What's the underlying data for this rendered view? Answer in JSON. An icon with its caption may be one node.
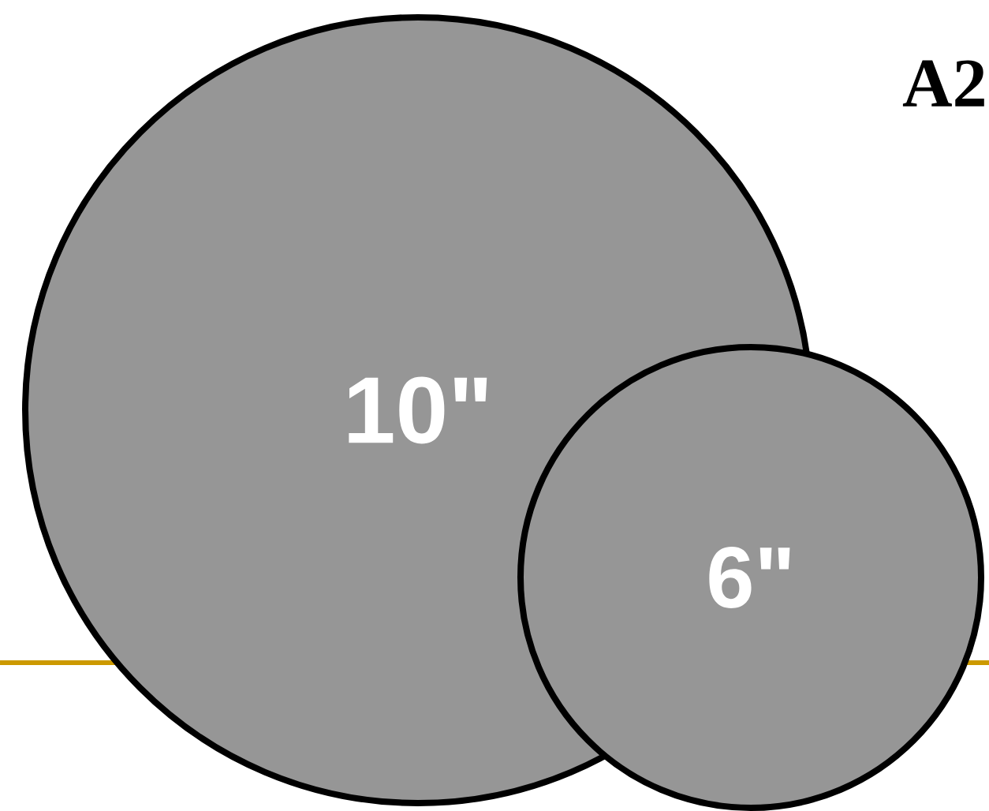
{
  "diagram": {
    "title": "A2",
    "nodes": [
      {
        "text": [
          "10\""
        ]
      },
      {
        "text": [
          "6\""
        ]
      }
    ]
  }
}
